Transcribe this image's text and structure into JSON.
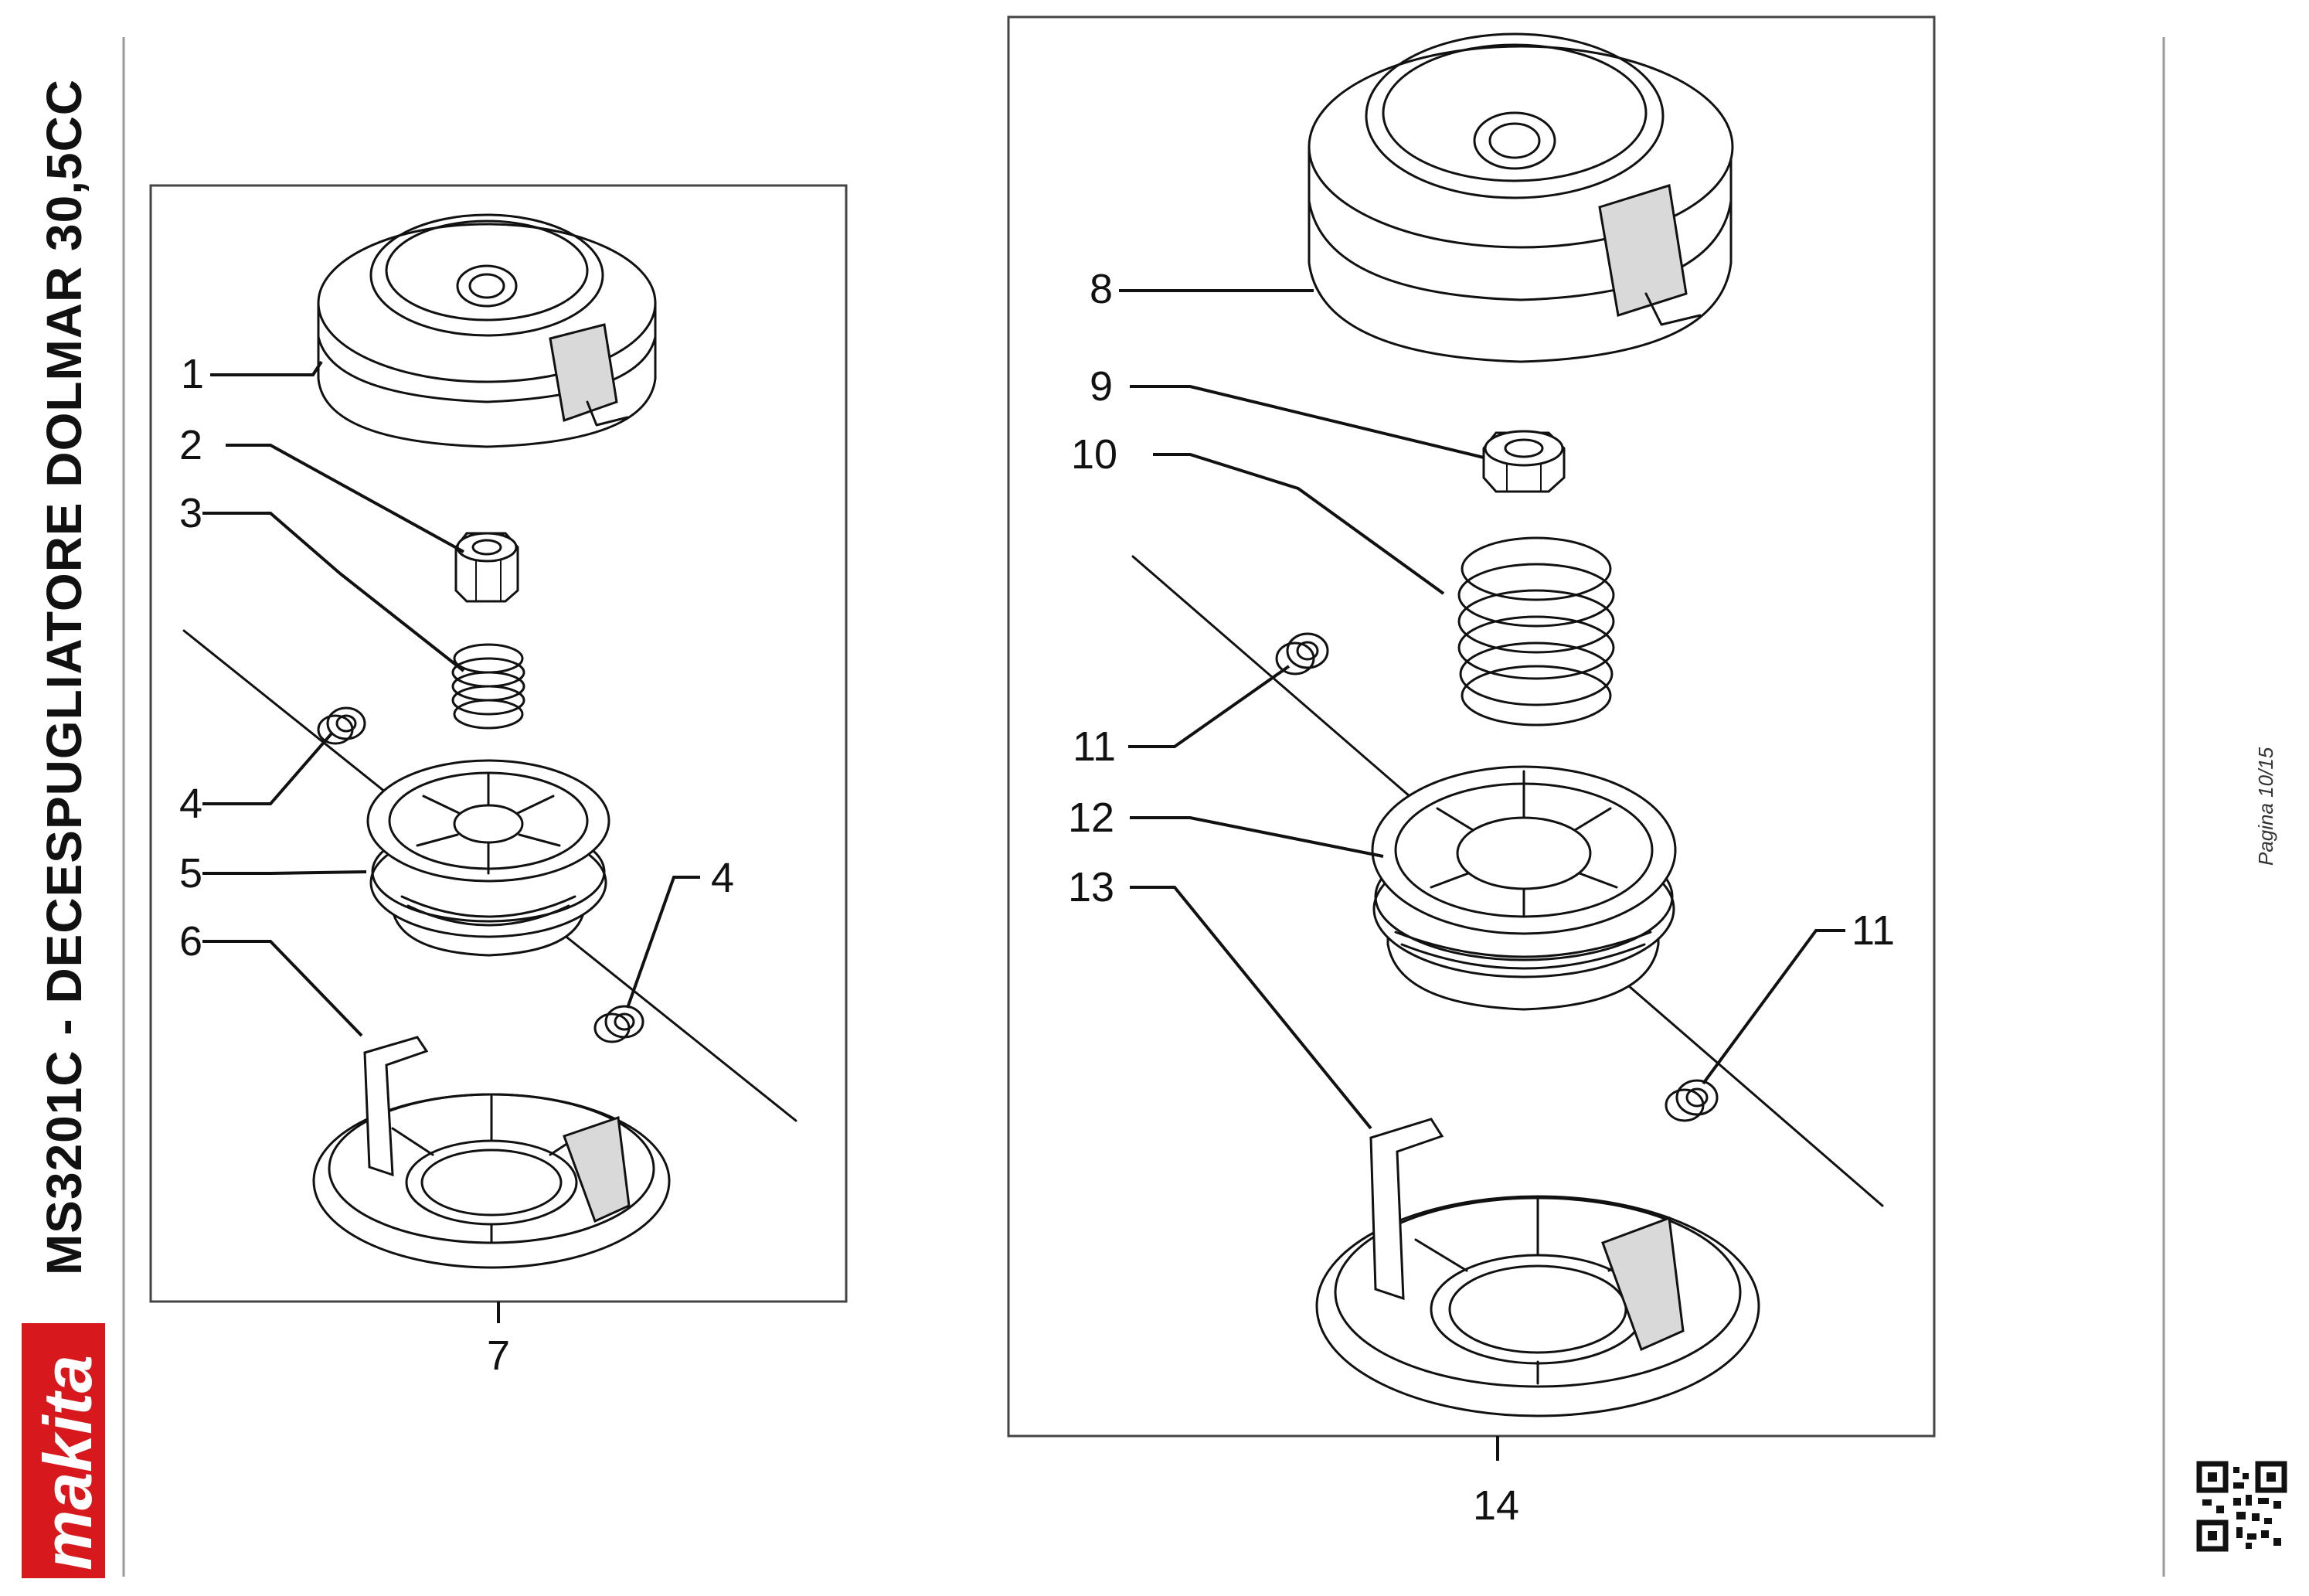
{
  "header": {
    "title": "MS3201C - DECESPUGLIATORE DOLMAR 30,5CC",
    "brand": "makita",
    "page_label": "Pagina 10/15"
  },
  "colors": {
    "brand_red": "#d7191e",
    "ink": "#111111",
    "background": "#ffffff"
  },
  "icons": {
    "qr": "qr-code-icon",
    "logo": "makita-logo"
  },
  "assembly_left": {
    "group_label": "7",
    "callouts": [
      "1",
      "2",
      "3",
      "4",
      "5",
      "6",
      "4"
    ]
  },
  "assembly_right": {
    "group_label": "14",
    "callouts": [
      "8",
      "9",
      "10",
      "11",
      "12",
      "13",
      "11"
    ]
  }
}
